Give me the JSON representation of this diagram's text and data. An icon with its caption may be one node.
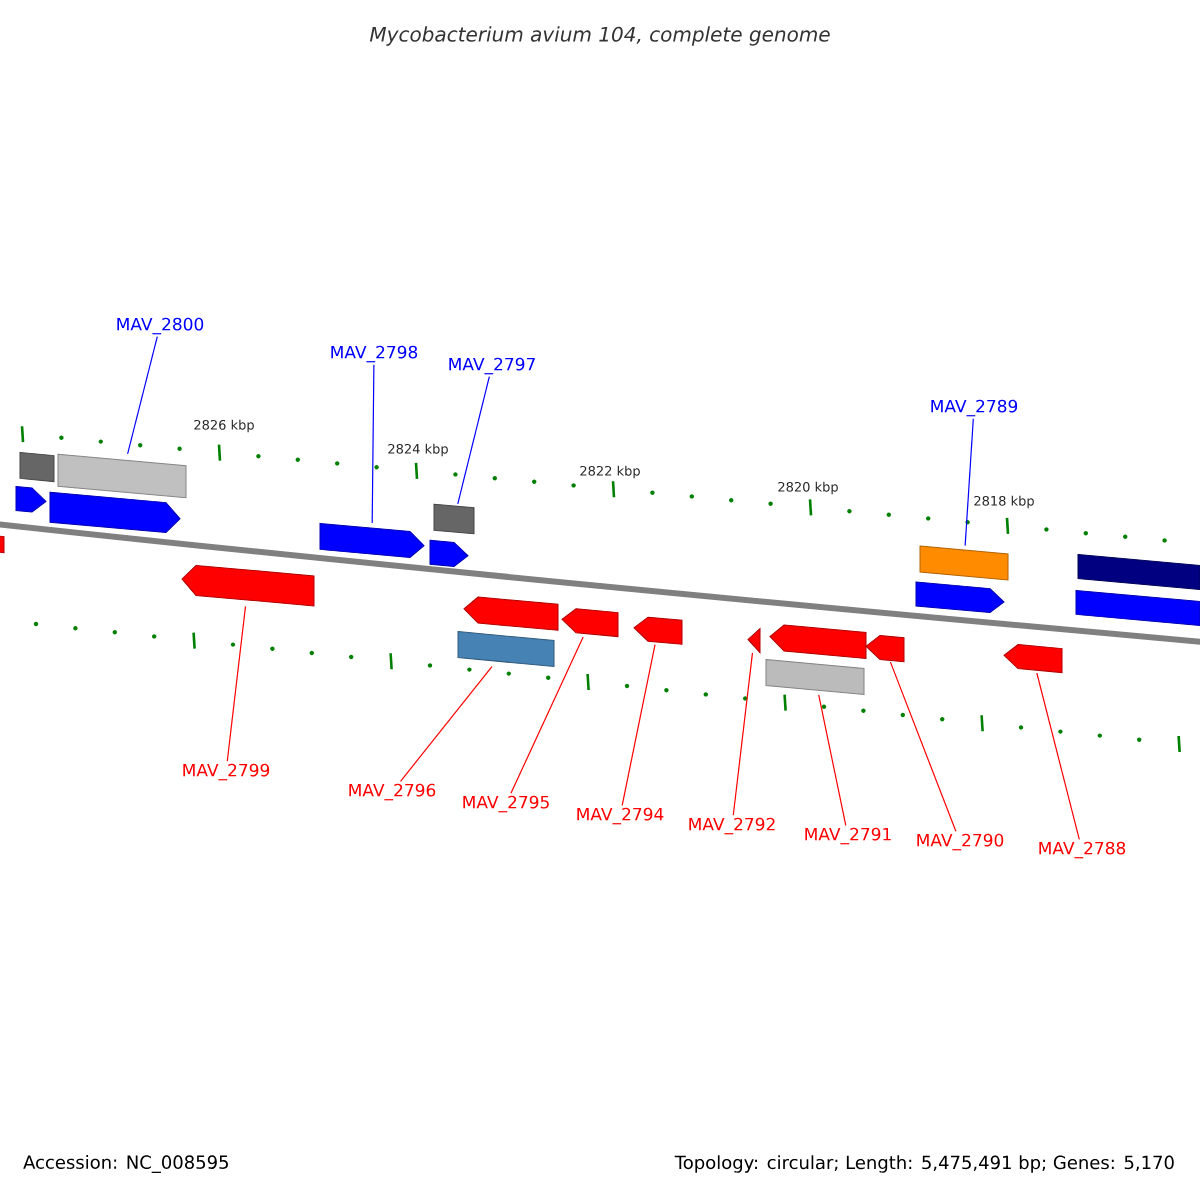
{
  "diagram": {
    "title": "Mycobacterium avium 104, complete genome",
    "nodes": [
      {
        "text": [
          "MAV_2800"
        ]
      },
      {
        "text": [
          "MAV_2798"
        ]
      },
      {
        "text": [
          "MAV_2797"
        ]
      },
      {
        "text": [
          "MAV_2789"
        ]
      },
      {
        "text": [
          "MAV_2799"
        ]
      },
      {
        "text": [
          "MAV_2796"
        ]
      },
      {
        "text": [
          "MAV_2795"
        ]
      },
      {
        "text": [
          "MAV_2794"
        ]
      },
      {
        "text": [
          "MAV_2792"
        ]
      },
      {
        "text": [
          "MAV_2791"
        ]
      },
      {
        "text": [
          "MAV_2790"
        ]
      },
      {
        "text": [
          "MAV_2788"
        ]
      },
      {
        "text": [],
        "shape": "bar"
      },
      {
        "text": [],
        "shape": "bar"
      },
      {
        "text": [],
        "shape": "bar"
      },
      {
        "text": [],
        "shape": "bar"
      },
      {
        "text": [],
        "shape": "bar"
      },
      {
        "text": [],
        "shape": "bar"
      },
      {
        "text": [],
        "shape": "bar"
      },
      {
        "text": [],
        "shape": "bar"
      },
      {
        "text": [],
        "shape": "bar"
      },
      {
        "text": [],
        "shape": "bar"
      },
      {
        "text": [],
        "shape": "bar"
      },
      {
        "text": [],
        "shape": "bar"
      }
    ],
    "edges": [
      {
        "from": 0,
        "to": 12,
        "arrow": "none",
        "color": "#0000ff"
      },
      {
        "from": 1,
        "to": 14,
        "arrow": "none",
        "color": "#0000ff"
      },
      {
        "from": 2,
        "to": 15,
        "arrow": "none",
        "color": "#0000ff"
      },
      {
        "from": 3,
        "to": 22,
        "arrow": "none",
        "color": "#0000ff"
      },
      {
        "from": 4,
        "to": 13,
        "arrow": "none"
      },
      {
        "from": 5,
        "to": 16,
        "arrow": "none"
      },
      {
        "from": 6,
        "to": 17,
        "arrow": "none"
      },
      {
        "from": 7,
        "to": 18,
        "arrow": "none"
      },
      {
        "from": 8,
        "to": 19,
        "arrow": "none"
      },
      {
        "from": 9,
        "to": 20,
        "arrow": "none"
      },
      {
        "from": 10,
        "to": 21,
        "arrow": "none"
      },
      {
        "from": 11,
        "to": 23,
        "arrow": "none"
      }
    ],
    "labels": [
      "2826 kbp",
      "2824 kbp",
      "2822 kbp",
      "2820 kbp",
      "2818 kbp",
      "Accession: NC_008595",
      "Topology: circular; Length: 5,475,491 bp; Genes: 5,170"
    ]
  }
}
